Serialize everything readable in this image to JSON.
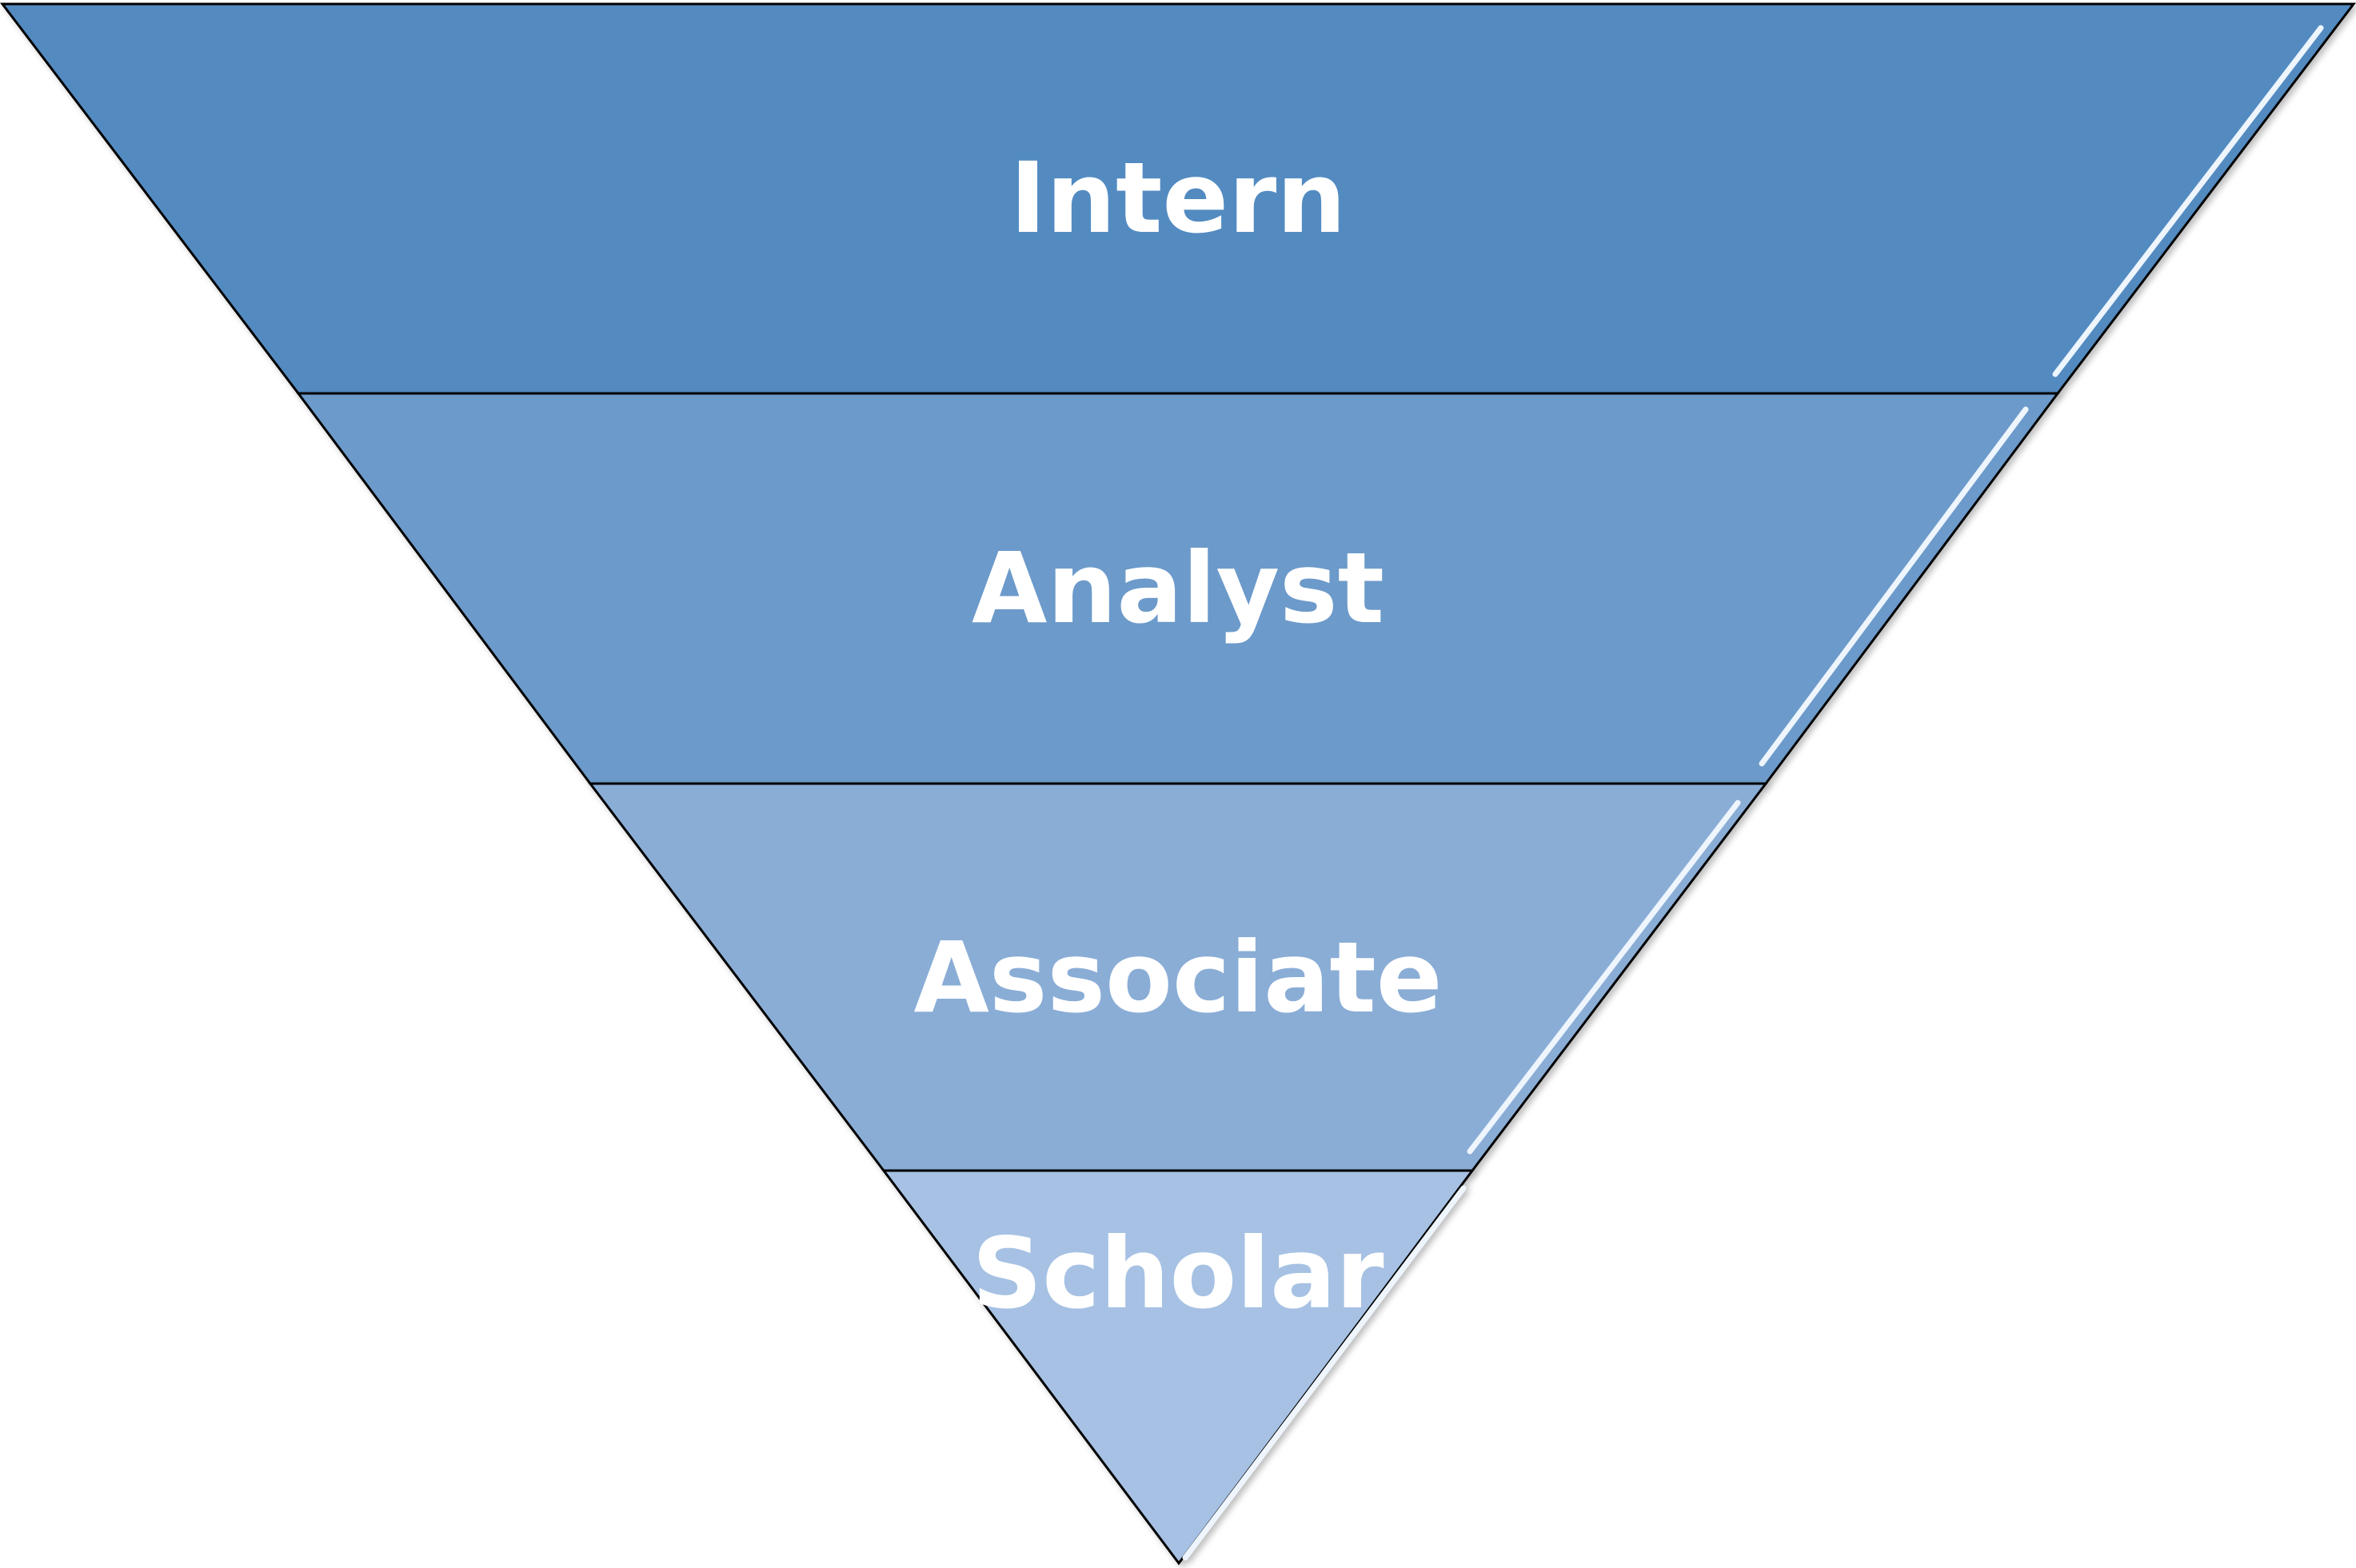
{
  "diagram": {
    "type": "inverted-pyramid",
    "levels": [
      {
        "label": "Intern",
        "color": "#528BC1"
      },
      {
        "label": "Analyst",
        "color": "#6C9ACA"
      },
      {
        "label": "Associate",
        "color": "#8AADD6"
      },
      {
        "label": "Scholar",
        "color": "#A6C1E3"
      }
    ],
    "outline_color": "#000000",
    "highlight_color": "#EEF5FD"
  }
}
